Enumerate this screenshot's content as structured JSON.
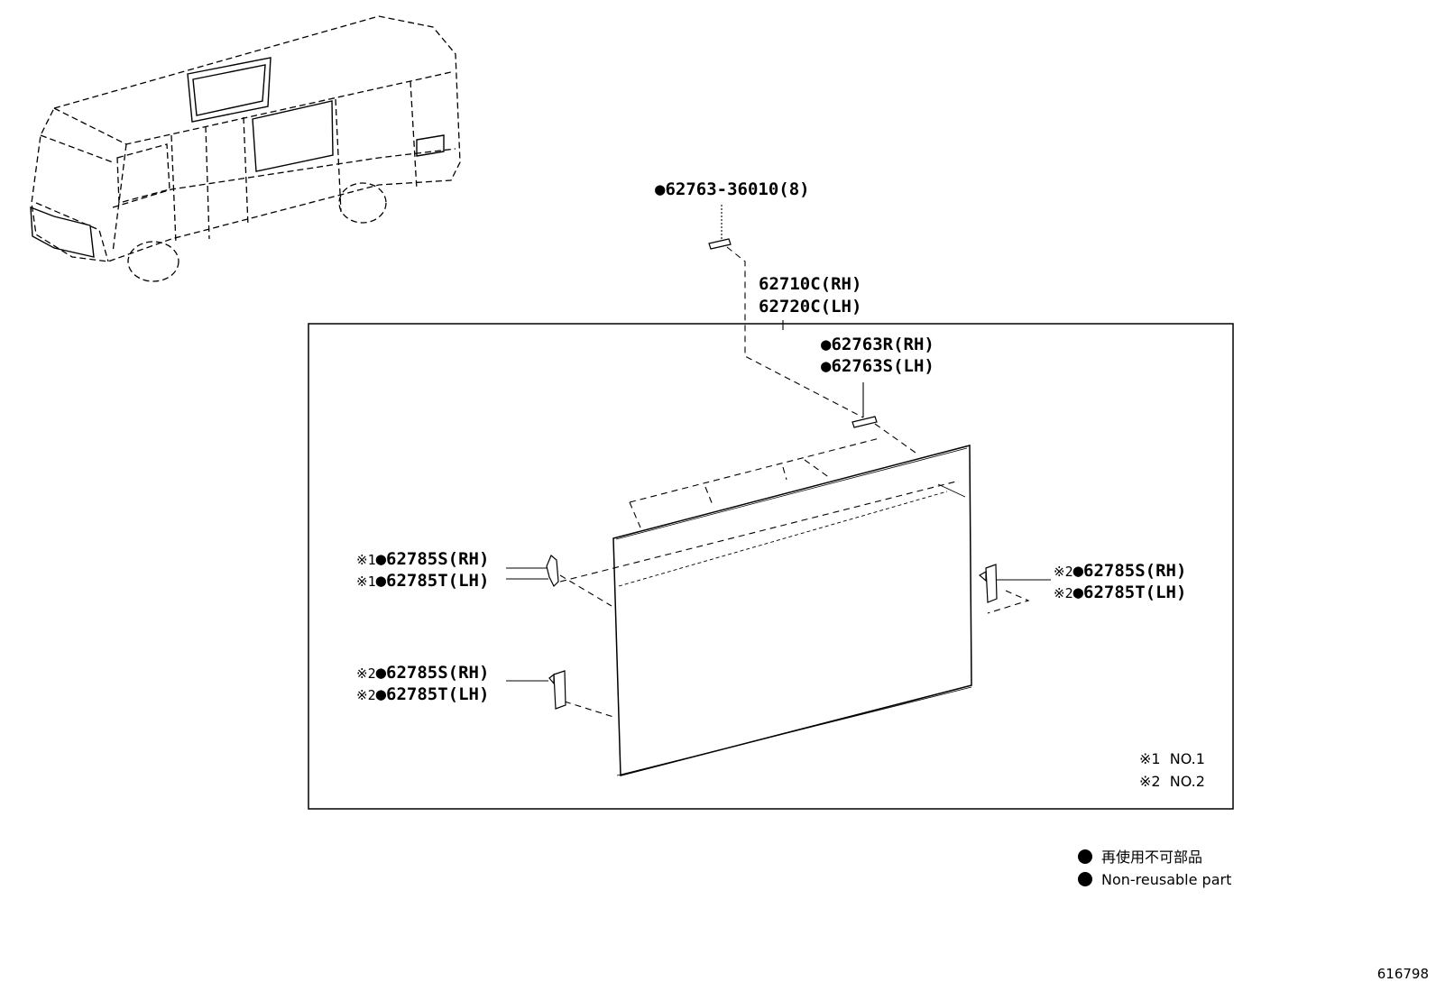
{
  "labels": {
    "clip_top": "●62763-36010(8)",
    "panel_rh": "62710C(RH)",
    "panel_lh": "62720C(LH)",
    "clip_mid_rh": "●62763R(RH)",
    "clip_mid_lh": "●62763S(LH)",
    "left_upper_rh": {
      "mark": "※1",
      "text": "●62785S(RH)"
    },
    "left_upper_lh": {
      "mark": "※1",
      "text": "●62785T(LH)"
    },
    "left_lower_rh": {
      "mark": "※2",
      "text": "●62785S(RH)"
    },
    "left_lower_lh": {
      "mark": "※2",
      "text": "●62785T(LH)"
    },
    "right_rh": {
      "mark": "※2",
      "text": "●62785S(RH)"
    },
    "right_lh": {
      "mark": "※2",
      "text": "●62785T(LH)"
    }
  },
  "notes": [
    {
      "mark": "※1",
      "text": "NO.1"
    },
    {
      "mark": "※2",
      "text": "NO.2"
    }
  ],
  "legend": [
    {
      "text": "再使用不可部品"
    },
    {
      "text": "Non-reusable part"
    }
  ],
  "figure_id": "616798"
}
